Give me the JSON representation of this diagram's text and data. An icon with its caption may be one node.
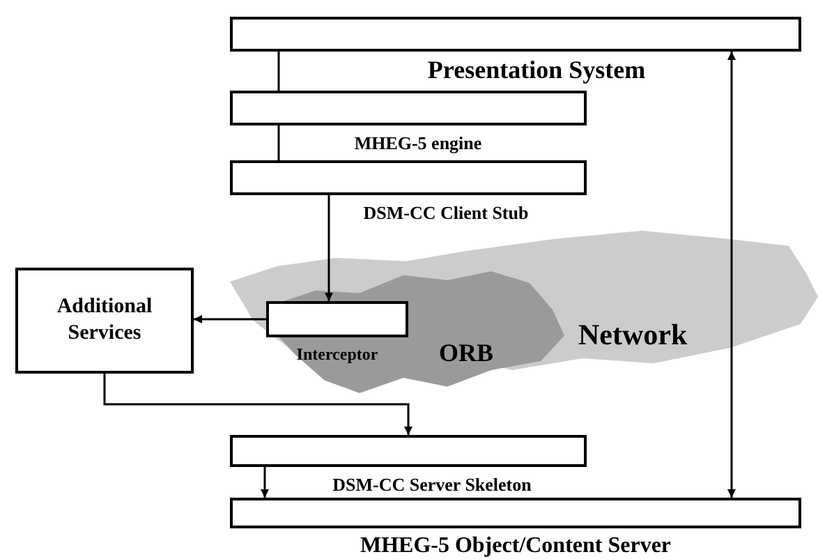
{
  "diagram": {
    "nodes": [
      {
        "text": [
          "Presentation System"
        ]
      },
      {
        "text": [
          "MHEG-5 engine"
        ]
      },
      {
        "text": [
          "DSM-CC Client Stub"
        ]
      },
      {
        "text": [
          "Interceptor"
        ],
        "in": 5
      },
      {
        "text": [
          "Additional Services"
        ]
      },
      {
        "text": [
          "ORB"
        ],
        "in": 6
      },
      {
        "text": [
          "Network"
        ]
      },
      {
        "text": [
          "DSM-CC Server Skeleton"
        ]
      },
      {
        "text": [
          "MHEG-5 Object/Content Server"
        ]
      }
    ],
    "edges": [
      {
        "from": 1,
        "to": 0,
        "arrow": "none"
      },
      {
        "from": 2,
        "to": 1,
        "arrow": "none"
      },
      {
        "from": 2,
        "to": 3,
        "arrow": "to"
      },
      {
        "from": 3,
        "to": 4,
        "arrow": "to"
      },
      {
        "from": 4,
        "to": 7,
        "arrow": "to"
      },
      {
        "from": 7,
        "to": 8,
        "arrow": "to"
      },
      {
        "from": 8,
        "to": 0,
        "arrow": "both"
      }
    ]
  }
}
